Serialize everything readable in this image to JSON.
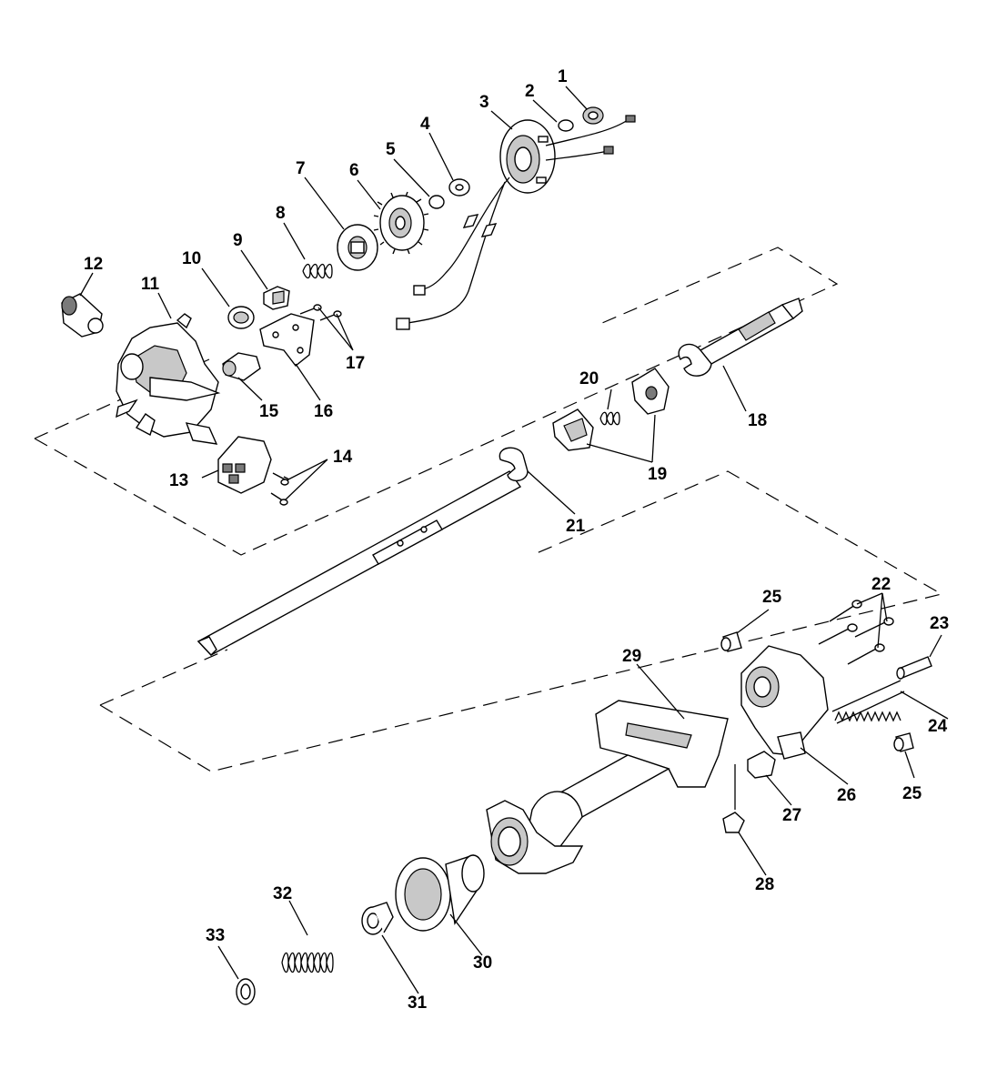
{
  "labels": {
    "l1": "1",
    "l2": "2",
    "l3": "3",
    "l4": "4",
    "l5": "5",
    "l6": "6",
    "l7": "7",
    "l8": "8",
    "l9": "9",
    "l10": "10",
    "l11": "11",
    "l12": "12",
    "l13": "13",
    "l14": "14",
    "l15": "15",
    "l16": "16",
    "l17": "17",
    "l18": "18",
    "l19": "19",
    "l20": "20",
    "l21": "21",
    "l22": "22",
    "l23": "23",
    "l24": "24",
    "l25a": "25",
    "l25b": "25",
    "l26": "26",
    "l27": "27",
    "l28": "28",
    "l29": "29",
    "l30": "30",
    "l31": "31",
    "l32": "32",
    "l33": "33"
  },
  "colors": {
    "line": "#000000",
    "shade": "#c8c8c8",
    "dark": "#7a7a7a",
    "background": "#ffffff"
  }
}
